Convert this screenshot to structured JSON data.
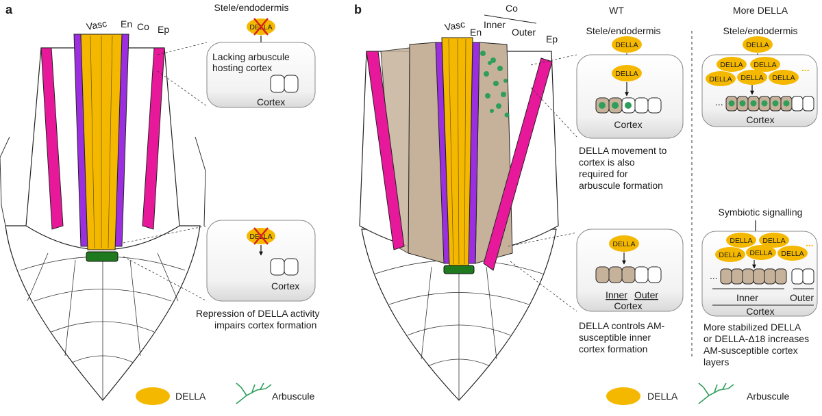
{
  "panels": {
    "a": "a",
    "b": "b"
  },
  "tissues": {
    "vasc": "Vasc",
    "en": "En",
    "co": "Co",
    "ep": "Ep",
    "inner": "Inner",
    "outer": "Outer"
  },
  "protein": "DELLA",
  "colors": {
    "della": "#f5b800",
    "epidermis": "#e8189b",
    "endodermis": "#9b2fe0",
    "cortex_brown": "#c6b29a",
    "stem_niche": "#1f7a1f",
    "arbuscule": "#2e9e5a"
  },
  "a_top": {
    "title": "Stele/endodermis",
    "text1": "Lacking arbuscule",
    "text2": "hosting cortex",
    "cortex": "Cortex"
  },
  "a_bottom": {
    "cortex": "Cortex",
    "caption1": "Repression of DELLA activity",
    "caption2": "impairs cortex formation"
  },
  "b_wt": {
    "header": "WT",
    "title": "Stele/endodermis",
    "cortex": "Cortex",
    "caption": [
      "DELLA movement to",
      "cortex is also",
      "required for",
      "arbuscule formation"
    ]
  },
  "b_more": {
    "header": "More DELLA",
    "title": "Stele/endodermis",
    "cortex": "Cortex",
    "dots": "...",
    "odots": "..."
  },
  "b_wt_bottom": {
    "inner": "Inner",
    "outer": "Outer",
    "cortex": "Cortex",
    "caption": [
      "DELLA controls AM-",
      "susceptible inner",
      "cortex formation"
    ]
  },
  "b_more_bottom": {
    "signal": "Symbiotic signalling",
    "inner": "Inner",
    "outer": "Outer",
    "cortex": "Cortex",
    "dots": "...",
    "odots": "...",
    "caption": [
      "More stabilized DELLA",
      "or DELLA-Δ18 increases",
      "AM-susceptible cortex",
      "layers"
    ]
  },
  "legend": {
    "della": "DELLA",
    "arbuscule": "Arbuscule"
  }
}
